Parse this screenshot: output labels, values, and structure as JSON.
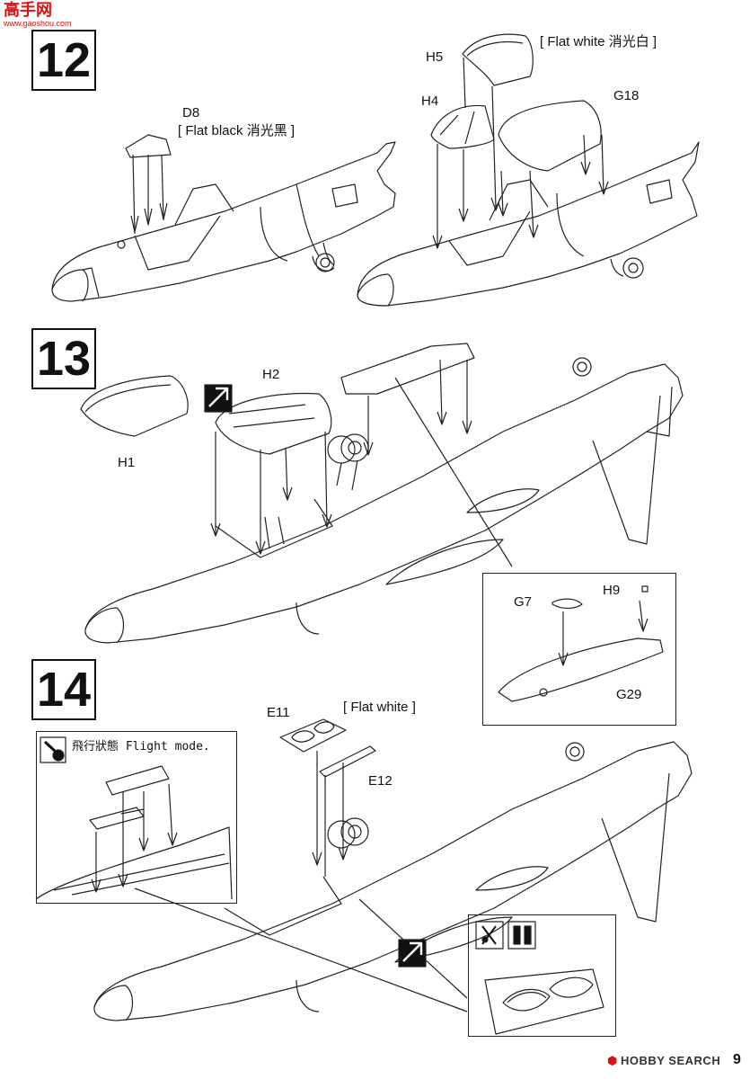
{
  "watermark_top": {
    "logo_chars": "高手网",
    "url": "www.gaoshou.com"
  },
  "steps": [
    {
      "number": "12"
    },
    {
      "number": "13"
    },
    {
      "number": "14"
    }
  ],
  "step12": {
    "left": {
      "part": "D8",
      "paint": "[ Flat black  消光黑 ]"
    },
    "right": {
      "part_h5": "H5",
      "paint_h5": "[ Flat white  消光白 ]",
      "part_h4": "H4",
      "part_g18": "G18"
    }
  },
  "step13": {
    "part_h1": "H1",
    "part_h2": "H2",
    "inset": {
      "part_g7": "G7",
      "part_h9": "H9",
      "part_g29": "G29"
    }
  },
  "step14": {
    "part_e11": "E11",
    "paint_e11": "[ Flat white ]",
    "part_e12": "E12",
    "flight_mode": "飛行狀態 Flight mode."
  },
  "footer": {
    "brand": "HOBBY SEARCH",
    "page_number": "9"
  }
}
